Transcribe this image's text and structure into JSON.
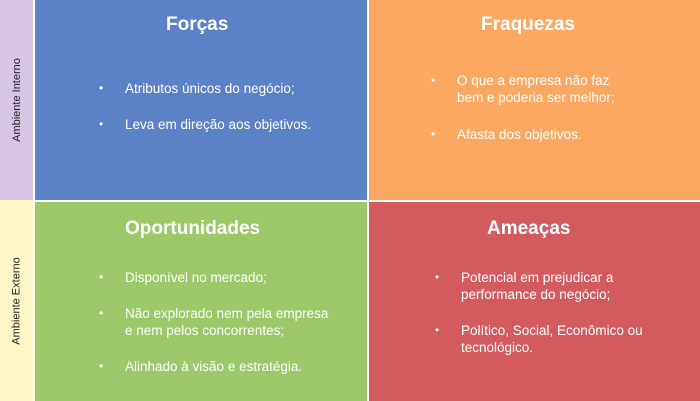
{
  "side_labels": {
    "internal": "Ambiente Interno",
    "external": "Ambiente Externo"
  },
  "quadrants": {
    "strengths": {
      "title": "Forças",
      "color": "#5b82c6",
      "items": [
        "Atributos únicos do negócio;",
        "Leva em direção aos objetivos."
      ]
    },
    "weaknesses": {
      "title": "Fraquezas",
      "color": "#fba863",
      "items": [
        "O que a empresa não faz bem e poderia ser melhor;",
        "Afasta dos objetivos."
      ]
    },
    "opportunities": {
      "title": "Oportunidades",
      "color": "#9dc86a",
      "items": [
        "Disponível no mercado;",
        "Não explorado nem pela empresa e nem pelos concorrentes;",
        "Alinhado à visão e estratégia."
      ]
    },
    "threats": {
      "title": "Ameaças",
      "color": "#d35b5e",
      "items": [
        "Potencial em prejudicar a performance do negócio;",
        "Político, Social, Econômico ou tecnológico."
      ]
    }
  }
}
